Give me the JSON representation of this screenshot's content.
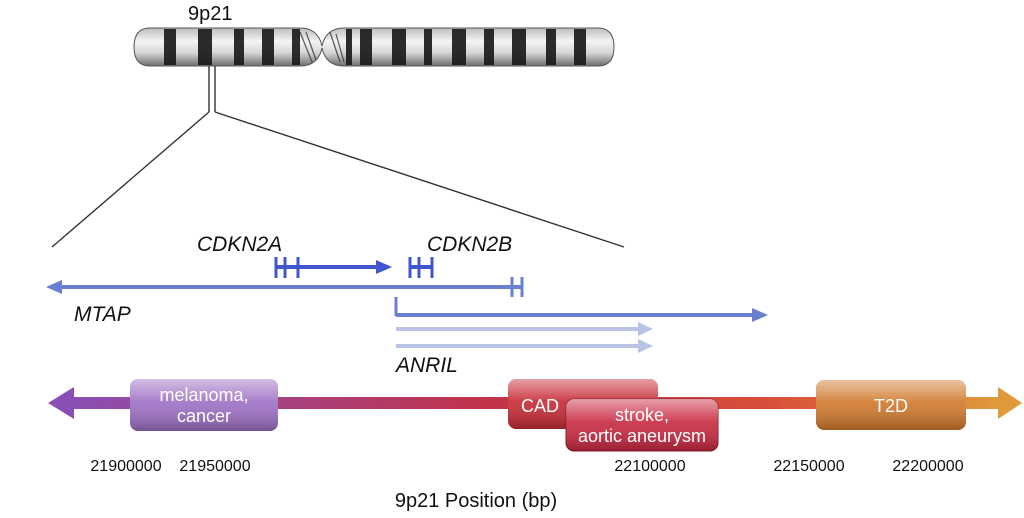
{
  "chromosome": {
    "band_label": "9p21"
  },
  "genes": {
    "cdkn2a": "CDKN2A",
    "cdkn2b": "CDKN2B",
    "mtap": "MTAP",
    "anril": "ANRIL"
  },
  "diseases": {
    "melanoma_line1": "melanoma,",
    "melanoma_line2": "cancer",
    "cad": "CAD",
    "stroke_line1": "stroke,",
    "stroke_line2": "aortic aneurysm",
    "t2d": "T2D"
  },
  "axis": {
    "ticks": [
      "21900000",
      "21950000",
      "22100000",
      "22150000",
      "22200000"
    ],
    "title": "9p21 Position (bp)"
  },
  "colors": {
    "gene_blue": "#3f56cf",
    "mtap_blue": "#6b7fd0",
    "anril_light": "#b9c3e6",
    "bar_start": "#8a4fb5",
    "bar_mid": "#c2334a",
    "bar_end": "#e09a3a",
    "melanoma_box": "#9d6fc4",
    "cad_box": "#c62a35",
    "stroke_box": "#c8283f",
    "t2d_box": "#d0792b"
  }
}
